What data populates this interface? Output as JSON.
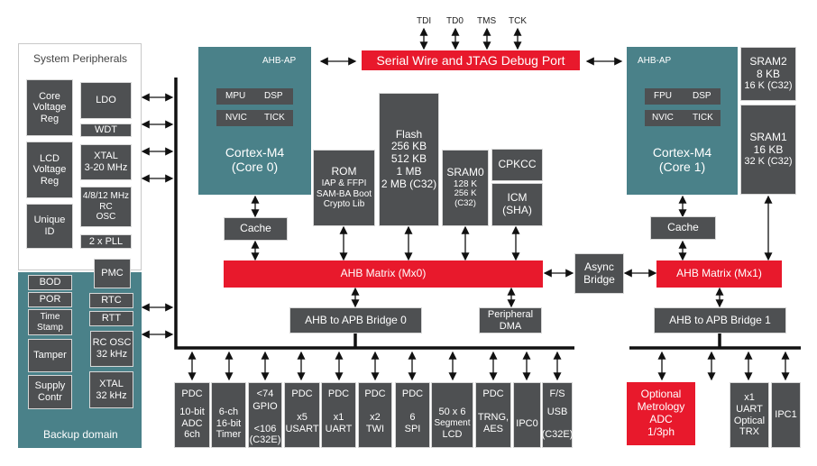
{
  "jtag": {
    "signals": [
      "TDI",
      "TD0",
      "TMS",
      "TCK"
    ],
    "debug_port": "Serial Wire and JTAG Debug Port"
  },
  "system_peripherals": {
    "title": "System Peripherals",
    "core_voltage_reg": [
      "Core",
      "Voltage",
      "Reg"
    ],
    "lcd_voltage_reg": [
      "LCD",
      "Voltage",
      "Reg"
    ],
    "unique_id": [
      "Unique",
      "ID"
    ],
    "ldo": "LDO",
    "wdt": "WDT",
    "xtal": [
      "XTAL",
      "3-20 MHz"
    ],
    "rc_osc": [
      "4/8/12 MHz",
      "RC",
      "OSC"
    ],
    "pll": "2 x PLL"
  },
  "backup_domain": {
    "title": "Backup domain",
    "pmc": "PMC",
    "bod": "BOD",
    "por": "POR",
    "time_stamp": [
      "Time",
      "Stamp"
    ],
    "tamper": "Tamper",
    "supply_contr": [
      "Supply",
      "Contr"
    ],
    "rtc": "RTC",
    "rtt": "RTT",
    "rc_osc_32": [
      "RC OSC",
      "32 kHz"
    ],
    "xtal_32": [
      "XTAL",
      "32 kHz"
    ]
  },
  "core0": {
    "ahb_ap": "AHB-AP",
    "units": [
      "MPU",
      "DSP",
      "NVIC",
      "TICK"
    ],
    "name": [
      "Cortex-M4",
      "(Core 0)"
    ],
    "cache": "Cache"
  },
  "core1": {
    "ahb_ap": "AHB-AP",
    "units": [
      "FPU",
      "DSP",
      "NVIC",
      "TICK"
    ],
    "name": [
      "Cortex-M4",
      "(Core 1)"
    ],
    "cache": "Cache"
  },
  "memories": {
    "rom": [
      "ROM",
      "IAP & FFPI",
      "SAM-BA Boot",
      "Crypto Lib"
    ],
    "flash": [
      "Flash",
      "256 KB",
      "512 KB",
      "1 MB",
      "2 MB (C32)"
    ],
    "sram0": [
      "SRAM0",
      "128 K",
      "256 K (C32)"
    ],
    "cpkcc": "CPKCC",
    "icm": [
      "ICM",
      "(SHA)"
    ],
    "sram2": [
      "SRAM2",
      "8 KB",
      "16 K (C32)"
    ],
    "sram1": [
      "SRAM1",
      "16 KB",
      "32 K (C32)"
    ]
  },
  "buses": {
    "mx0": "AHB Matrix (Mx0)",
    "mx1": "AHB Matrix (Mx1)",
    "async_bridge": [
      "Async",
      "Bridge"
    ],
    "apb_bridge0": "AHB to APB Bridge 0",
    "apb_bridge1": "AHB to APB Bridge 1",
    "peripheral_dma": [
      "Peripheral",
      "DMA"
    ]
  },
  "peripherals0": [
    {
      "top": "PDC",
      "body": [
        "10-bit",
        "ADC",
        "6ch"
      ]
    },
    {
      "top": "",
      "body": [
        "6-ch",
        "16-bit",
        "Timer"
      ]
    },
    {
      "top": "<74",
      "body": [
        "GPIO",
        "",
        "<106",
        "(C32E)"
      ]
    },
    {
      "top": "PDC",
      "body": [
        "x5",
        "USART"
      ]
    },
    {
      "top": "PDC",
      "body": [
        "x1",
        "UART"
      ]
    },
    {
      "top": "PDC",
      "body": [
        "x2",
        "TWI"
      ]
    },
    {
      "top": "PDC",
      "body": [
        "6",
        "SPI"
      ]
    },
    {
      "top": "",
      "body": [
        "50 x 6",
        "Segment",
        "LCD"
      ]
    },
    {
      "top": "PDC",
      "body": [
        "TRNG,",
        "AES"
      ]
    },
    {
      "top": "",
      "body": [
        "IPC0"
      ]
    },
    {
      "top": "F/S",
      "body": [
        "USB",
        "",
        "(C32E)"
      ]
    }
  ],
  "peripherals1": {
    "metrology": [
      "Optional",
      "Metrology",
      "ADC",
      "1/3ph"
    ],
    "uart_optical": [
      "x1",
      "UART",
      "Optical",
      "TRX"
    ],
    "ipc1": "IPC1"
  },
  "colors": {
    "red": "#e8192c",
    "teal": "#4a8189",
    "dark_gray": "#4e5052"
  }
}
